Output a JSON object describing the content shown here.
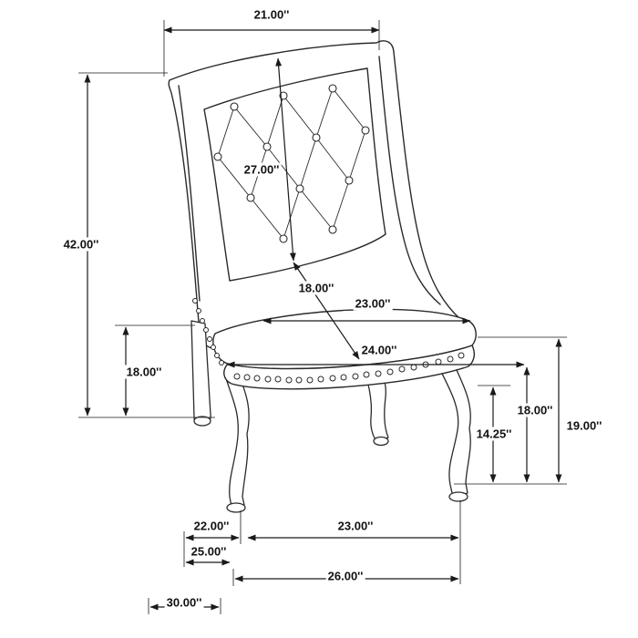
{
  "diagram": {
    "type": "furniture-dimension-diagram",
    "subject": "tufted wingback dining chair with nailhead trim and cabriole legs",
    "unit_mark": "''"
  },
  "dims": {
    "top_width": {
      "label": "21.00''"
    },
    "overall_height": {
      "label": "42.00''"
    },
    "back_diagonal": {
      "label": "27.00''"
    },
    "seat_diagonal": {
      "label": "18.00''"
    },
    "seat_width": {
      "label": "23.00''"
    },
    "seat_overall_width": {
      "label": "24.00''"
    },
    "seat_height": {
      "label": "18.00''"
    },
    "right_inner_height": {
      "label": "14.25''"
    },
    "right_mid_height": {
      "label": "18.00''"
    },
    "right_outer_height": {
      "label": "19.00''"
    },
    "bottom_left_depth": {
      "label": "22.00''"
    },
    "bottom_leg_span": {
      "label": "23.00''"
    },
    "bottom_mid_depth": {
      "label": "25.00''"
    },
    "bottom_front_width": {
      "label": "26.00''"
    },
    "bottom_overall_depth": {
      "label": "30.00''"
    }
  }
}
